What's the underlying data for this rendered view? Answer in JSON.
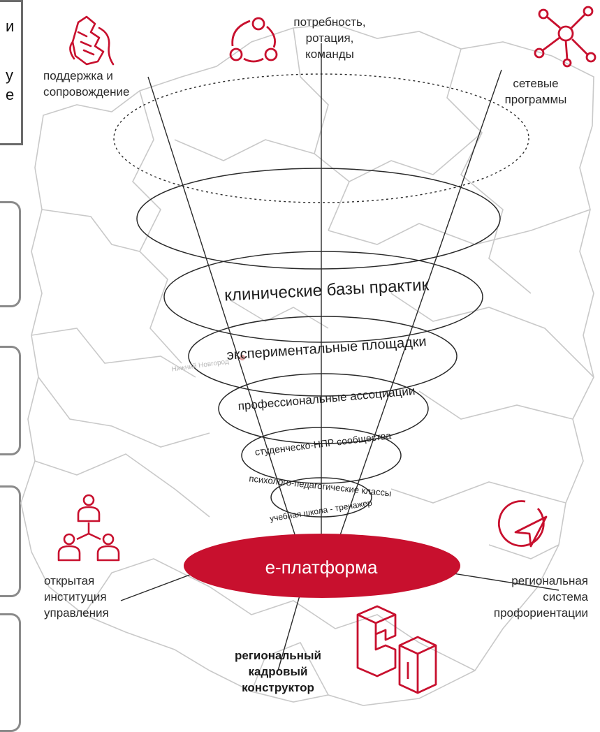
{
  "left_panel": {
    "text_fragments": [
      "и",
      "у",
      "е"
    ]
  },
  "labels": {
    "support": [
      "поддержка и",
      "сопровождение"
    ],
    "need": [
      "потребность,",
      "ротация,",
      "команды"
    ],
    "network": [
      "сетевые",
      "программы"
    ],
    "open_institution": [
      "открытая",
      "институция",
      "управления"
    ],
    "regional_system": [
      "региональная",
      "система",
      "профориентации"
    ],
    "constructor": [
      "региональный",
      "кадровый",
      "конструктор"
    ]
  },
  "funnel": {
    "levels": [
      "клинические базы практик",
      "экспериментальные площадки",
      "профессиональные  ассоциации",
      "студенческо-НПР сообщества",
      "психолого-педагогические классы",
      "учебная школа - тренажер"
    ],
    "base": "е-платформа"
  },
  "map": {
    "city_label": "Нижний Новгород"
  },
  "colors": {
    "accent": "#c8102e",
    "ink": "#2a2a2a",
    "map": "#c9c9c9"
  },
  "icons": [
    "hands-icon",
    "rotation-cycle-icon",
    "network-icon",
    "team-structure-icon",
    "navigation-arrow-icon",
    "constructor-blocks-icon"
  ]
}
